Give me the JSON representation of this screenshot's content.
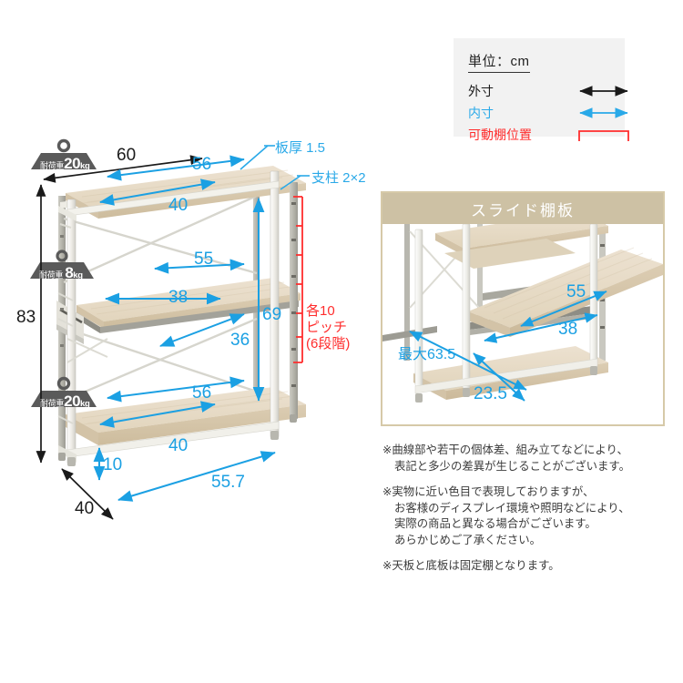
{
  "legend": {
    "title": "単位：cm",
    "rows": [
      {
        "label": "外寸",
        "arrow": "double-arrow-black",
        "color": "#1a1a1a"
      },
      {
        "label": "内寸",
        "arrow": "double-arrow-blue",
        "color": "#29a9e8"
      },
      {
        "label": "可動棚位置",
        "arrow": "red-bracket",
        "color": "#ff2d2d"
      }
    ]
  },
  "main_diagram": {
    "callouts": [
      {
        "name": "board-thickness",
        "text": "板厚 1.5"
      },
      {
        "name": "post-size",
        "text": "支柱 2×2"
      }
    ],
    "outer_dims": [
      {
        "name": "width-outer",
        "value": "60"
      },
      {
        "name": "height-outer",
        "value": "83"
      },
      {
        "name": "depth-outer",
        "value": "40"
      }
    ],
    "inner_dims": [
      {
        "name": "top-shelf-width",
        "value": "56"
      },
      {
        "name": "top-shelf-depth",
        "value": "40"
      },
      {
        "name": "mid-shelf-width",
        "value": "55"
      },
      {
        "name": "mid-shelf-depth",
        "value": "38"
      },
      {
        "name": "bottom-shelf-width",
        "value": "56"
      },
      {
        "name": "bottom-shelf-depth",
        "value": "40"
      },
      {
        "name": "inner-height",
        "value": "69"
      },
      {
        "name": "shelf-gap-diagonal",
        "value": "36"
      },
      {
        "name": "floor-clearance",
        "value": "10"
      },
      {
        "name": "base-width",
        "value": "55.7"
      }
    ],
    "pitch_note": [
      "各10",
      "ピッチ",
      "(6段階)"
    ],
    "load_badges": [
      {
        "name": "load-top",
        "prefix": "耐荷重",
        "value": "20",
        "unit": "kg"
      },
      {
        "name": "load-middle",
        "prefix": "耐荷重",
        "value": "8",
        "unit": "kg"
      },
      {
        "name": "load-bottom",
        "prefix": "耐荷重",
        "value": "20",
        "unit": "kg"
      }
    ]
  },
  "slide_panel": {
    "title": "スライド棚板",
    "dims": [
      {
        "name": "slide-width",
        "value": "55"
      },
      {
        "name": "slide-depth",
        "value": "38"
      },
      {
        "name": "slide-max-extend",
        "value": "最大63.5"
      },
      {
        "name": "slide-travel",
        "value": "23.5"
      }
    ]
  },
  "notes": [
    {
      "name": "note-tolerance",
      "line1": "※曲線部や若干の個体差、組み立てなどにより、",
      "line2": "表記と多少の差異が生じることがございます。",
      "line3": "",
      "line4": ""
    },
    {
      "name": "note-color",
      "line1": "※実物に近い色目で表現しておりますが、",
      "line2": "お客様のディスプレイ環境や照明などにより、",
      "line3": "実際の商品と異なる場合がございます。",
      "line4": "あらかじめご了承ください。"
    },
    {
      "name": "note-fixed-shelf",
      "line1": "※天板と底板は固定棚となります。",
      "line2": "",
      "line3": "",
      "line4": ""
    }
  ],
  "colors": {
    "accent_blue": "#1ba0e3",
    "accent_red": "#ff2d2d",
    "panel_header": "#cdc1a4",
    "wood_top": "#e8dcc8",
    "wood_edge": "#d8c8ad",
    "frame_white": "#f4f4f2"
  }
}
